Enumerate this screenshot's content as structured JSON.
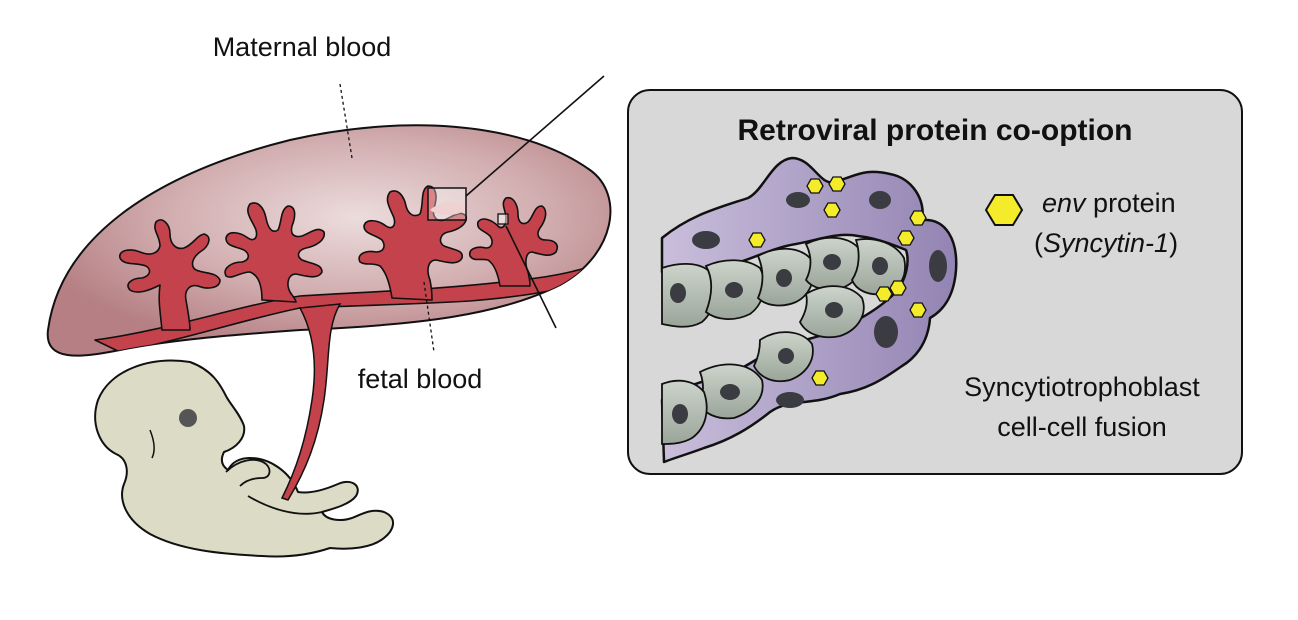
{
  "labels": {
    "maternal_blood": "Maternal blood",
    "fetal_blood": "fetal blood"
  },
  "inset": {
    "title": "Retroviral protein co-option",
    "legend_italic": "env",
    "legend_text": " protein",
    "legend_paren_open": "(",
    "legend_syncytin": "Syncytin-1",
    "legend_paren_close": ")",
    "caption_line1": "Syncytiotrophoblast",
    "caption_line2": "cell-cell fusion"
  },
  "colors": {
    "placenta_fill": "#c9a0a2",
    "placenta_center": "#ead7d8",
    "villi": "#c4424b",
    "umbilical_cord": "#c4424b",
    "fetus": "#dcdcc6",
    "fetus_eye": "#555555",
    "inset_bg": "#d8d8d8",
    "syncytio_cell": "#ab9fc4",
    "cytotropho_cell": "#b2bcb2",
    "nucleus": "#3b3b42",
    "env_protein": "#f4ec2a"
  }
}
